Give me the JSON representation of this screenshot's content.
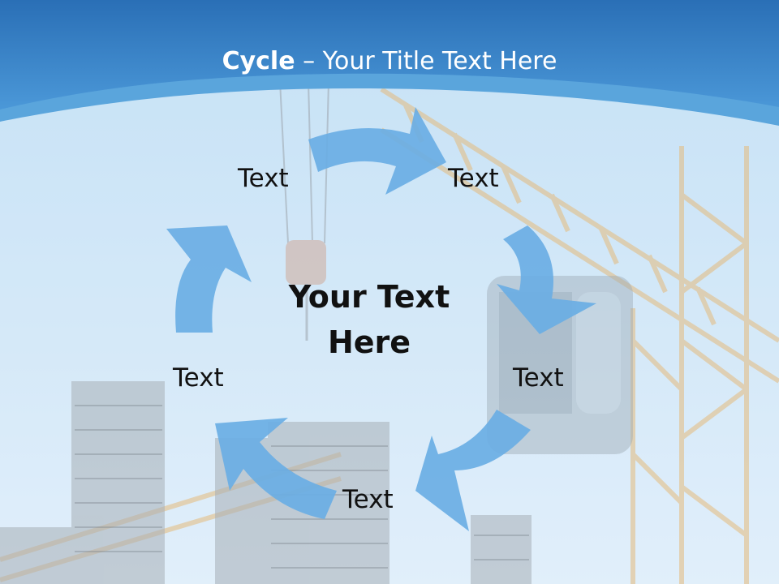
{
  "title": {
    "bold": "Cycle",
    "rest": " – Your Title Text Here"
  },
  "center_text": {
    "line1": "Your Text",
    "line2": "Here"
  },
  "nodes": [
    {
      "label": "Text"
    },
    {
      "label": "Text"
    },
    {
      "label": "Text"
    },
    {
      "label": "Text"
    },
    {
      "label": "Text"
    }
  ],
  "colors": {
    "header": "#2f7bc4",
    "header_light": "#5aa5dc",
    "sky": "#cfe6f7",
    "arrow": "#6aaee4",
    "crane": "#e8a13a",
    "building": "#8a8f94"
  }
}
